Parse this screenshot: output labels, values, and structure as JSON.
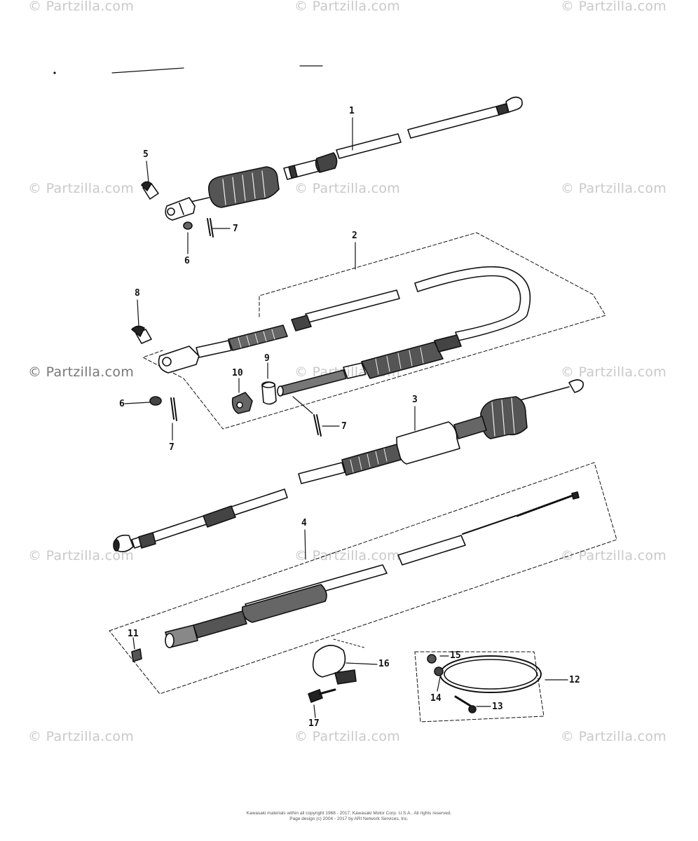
{
  "watermark": "© Partzilla.com",
  "callouts": {
    "c1": "1",
    "c2": "2",
    "c3": "3",
    "c4": "4",
    "c5": "5",
    "c6a": "6",
    "c6b": "6",
    "c7a": "7",
    "c7b": "7",
    "c7c": "7",
    "c8": "8",
    "c9": "9",
    "c10": "10",
    "c11": "11",
    "c12": "12",
    "c13": "13",
    "c14": "14",
    "c15": "15",
    "c16": "16",
    "c17": "17"
  },
  "footer": {
    "line1": "Kawasaki materials within all copyright 1968 - 2017, Kawasaki Motor Corp. U.S.A.. All rights reserved.",
    "line2": "Page design (c) 2004 - 2017 by ARI Network Services, Inc."
  }
}
